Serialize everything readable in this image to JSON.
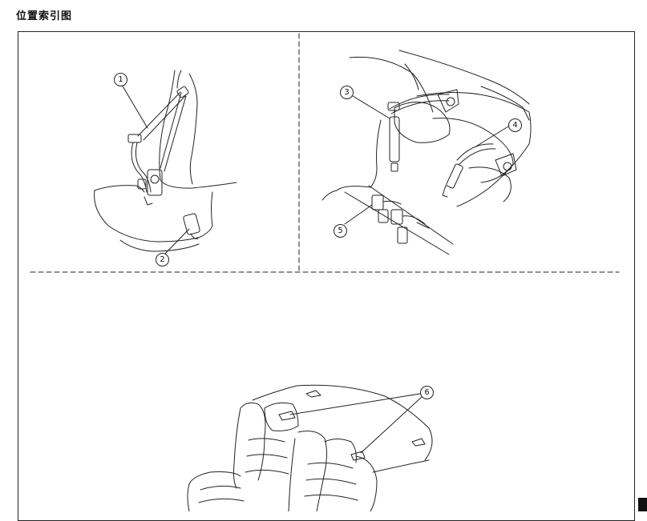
{
  "page": {
    "title": "位置索引图",
    "line_color": "#222222",
    "background": "#ffffff"
  },
  "callouts": {
    "c1": "1",
    "c2": "2",
    "c3": "3",
    "c4": "4",
    "c5": "5",
    "c6": "6"
  }
}
